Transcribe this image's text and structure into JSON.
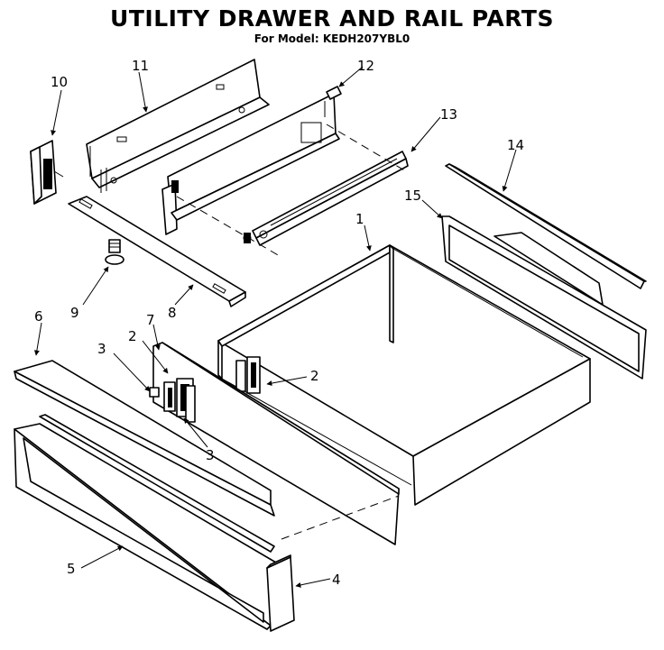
{
  "header": {
    "title": "UTILITY DRAWER AND RAIL PARTS",
    "subtitle": "For Model: KEDH207YBL0"
  },
  "callouts": [
    "1",
    "2",
    "2",
    "3",
    "3",
    "4",
    "5",
    "6",
    "7",
    "8",
    "9",
    "10",
    "11",
    "12",
    "13",
    "14",
    "15"
  ]
}
